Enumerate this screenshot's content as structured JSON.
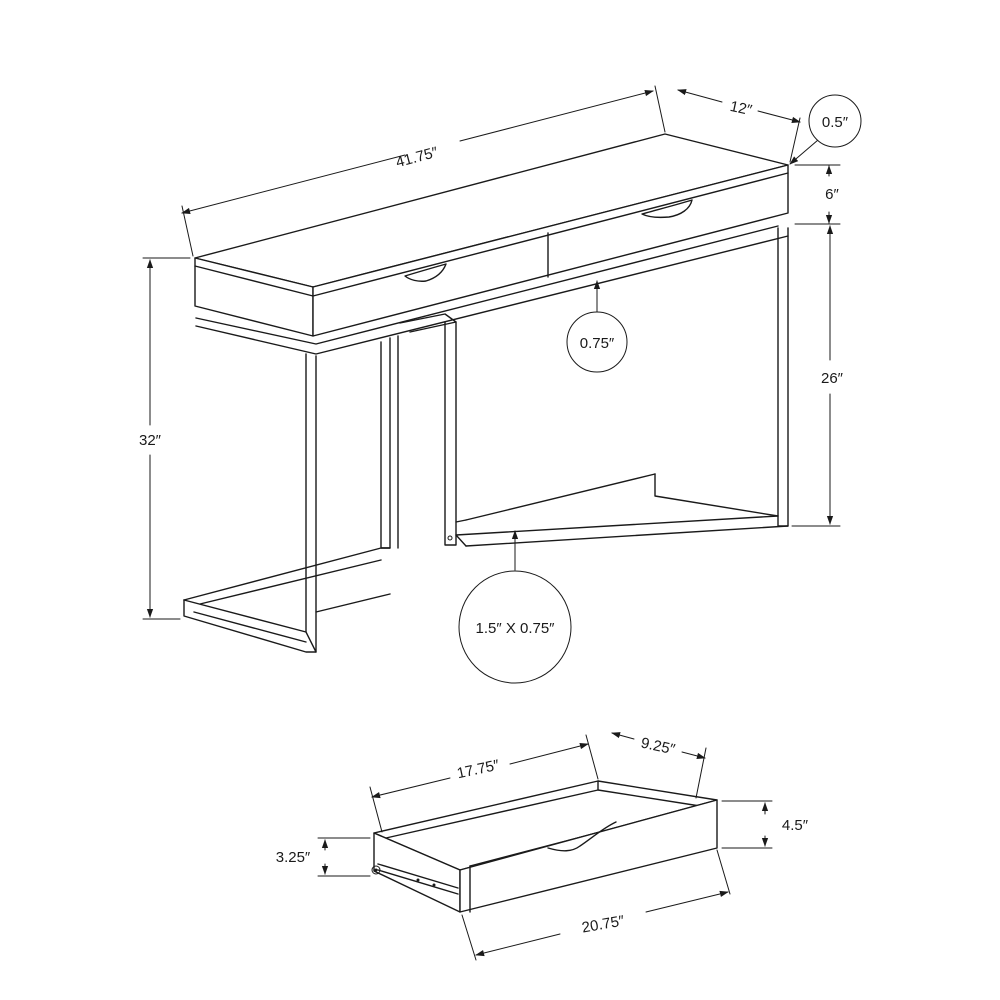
{
  "console": {
    "width": "41.75″",
    "depth": "12″",
    "top_thickness": "0.5″",
    "drawer_height": "6″",
    "leg_clearance": "26″",
    "total_height": "32″",
    "apron_thickness": "0.75″",
    "leg_profile": "1.5″ X 0.75″"
  },
  "drawer": {
    "inner_length": "17.75″",
    "inner_depth": "9.25″",
    "front_height": "4.5″",
    "side_height": "3.25″",
    "outer_length": "20.75″"
  },
  "colors": {
    "line": "#1a1a1a",
    "background": "#ffffff"
  }
}
